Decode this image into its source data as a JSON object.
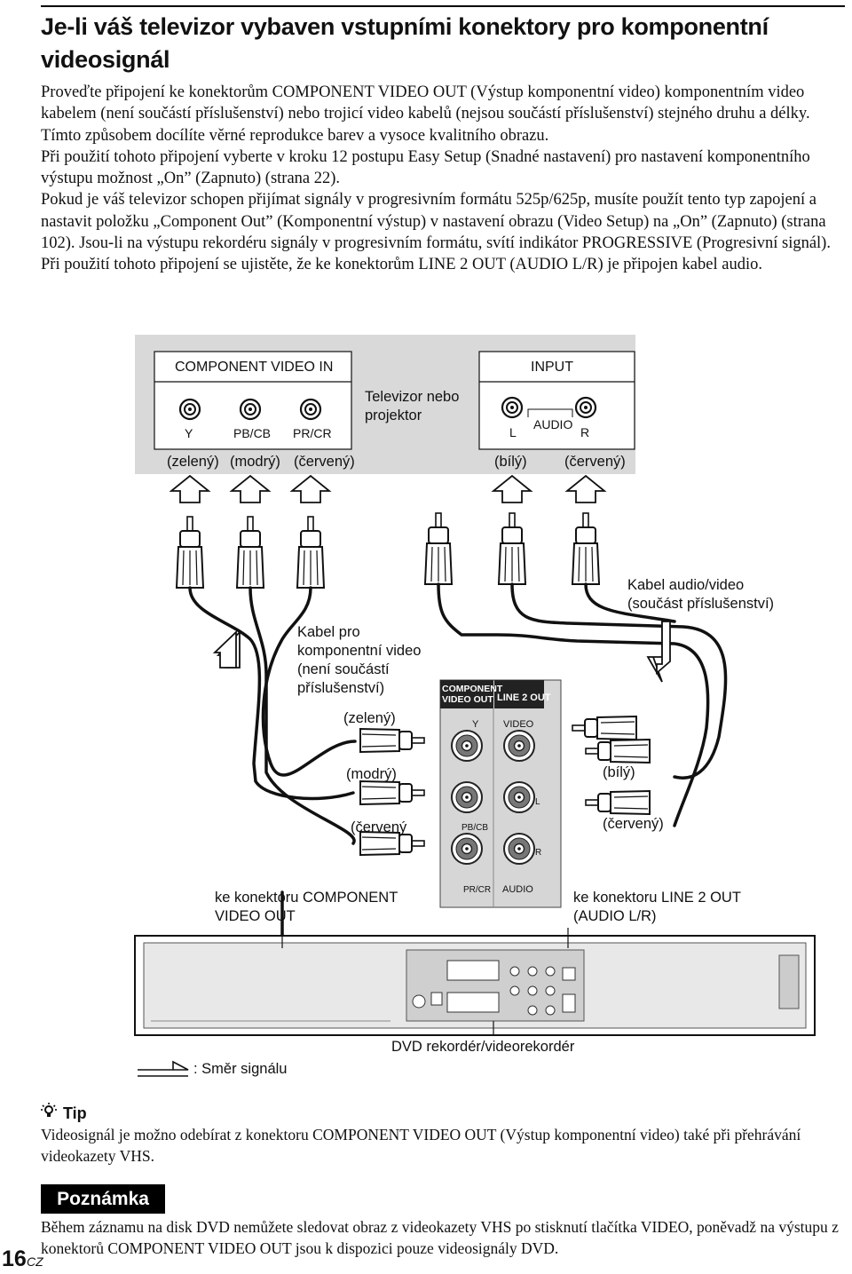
{
  "heading": {
    "line1": "Je-li váš televizor vybaven vstupními konektory pro komponentní",
    "line2": "videosignál"
  },
  "paragraphs": [
    "Proveďte připojení ke konektorům COMPONENT VIDEO OUT (Výstup komponentní video) komponentním video kabelem (není součástí příslušenství) nebo trojicí video kabelů (nejsou součástí příslušenství) stejného druhu a délky. Tímto způsobem docílíte věrné reprodukce barev a vysoce kvalitního obrazu.",
    "Při použití tohoto připojení vyberte v kroku 12 postupu Easy Setup (Snadné nastavení) pro nastavení komponentního výstupu možnost „On” (Zapnuto) (strana 22).",
    "Pokud je váš televizor schopen přijímat signály v progresivním formátu 525p/625p, musíte použít tento typ zapojení a nastavit položku „Component Out” (Komponentní výstup) v nastavení obrazu (Video Setup) na „On” (Zapnuto) (strana 102). Jsou-li na výstupu rekordéru signály v progresivním formátu, svítí indikátor PROGRESSIVE (Progresivní signál). Při použití tohoto připojení se ujistěte, že ke konektorům LINE 2 OUT (AUDIO L/R) je připojen kabel audio."
  ],
  "diagram": {
    "tv": {
      "component_box_title": "COMPONENT VIDEO IN",
      "jack_y": "Y",
      "jack_pb": "PB/CB",
      "jack_pr": "PR/CR",
      "tv_label_line1": "Televizor nebo",
      "tv_label_line2": "projektor",
      "input_box_title": "INPUT",
      "audio_label": "AUDIO",
      "audio_l": "L",
      "audio_r": "R",
      "color_green": "(zelený)",
      "color_blue": "(modrý)",
      "color_red": "(červený)",
      "color_white": "(bílý)",
      "color_red2": "(červený)"
    },
    "cable_av_line1": "Kabel audio/video",
    "cable_av_line2": "(součást příslušenství)",
    "cable_comp_line1": "Kabel pro",
    "cable_comp_line2": "komponentní video",
    "cable_comp_line3": "(není součástí",
    "cable_comp_line4": "příslušenství)",
    "plug_green": "(zelený)",
    "plug_blue": "(modrý)",
    "plug_red": "(červený",
    "plug_white": "(bílý)",
    "plug_red2": "(červený)",
    "panel": {
      "comp_header_line1": "COMPONENT",
      "comp_header_line2": "VIDEO OUT",
      "line2_header": "LINE 2 OUT",
      "y": "Y",
      "video": "VIDEO",
      "pb": "PB/CB",
      "pr": "PR/CR",
      "l": "L",
      "r": "R",
      "audio": "AUDIO"
    },
    "to_component_line1": "ke konektoru COMPONENT",
    "to_component_line2": "VIDEO OUT",
    "to_line2_line1": "ke konektoru LINE 2 OUT",
    "to_line2_line2": "(AUDIO L/R)",
    "recorder_label": "DVD rekordér/videorekordér",
    "signal_legend": ": Směr signálu"
  },
  "tip": {
    "title": "Tip",
    "text": "Videosignál je možno odebírat z konektoru COMPONENT VIDEO OUT (Výstup komponentní video) také při přehrávání videokazety VHS."
  },
  "note": {
    "title": "Poznámka",
    "text": "Během záznamu na disk DVD nemůžete sledovat obraz z videokazety VHS po stisknutí tlačítka VIDEO, poněvadž na výstupu z konektorů COMPONENT VIDEO OUT jsou k dispozici pouze videosignály DVD."
  },
  "page": {
    "number": "16",
    "suffix": "CZ"
  }
}
